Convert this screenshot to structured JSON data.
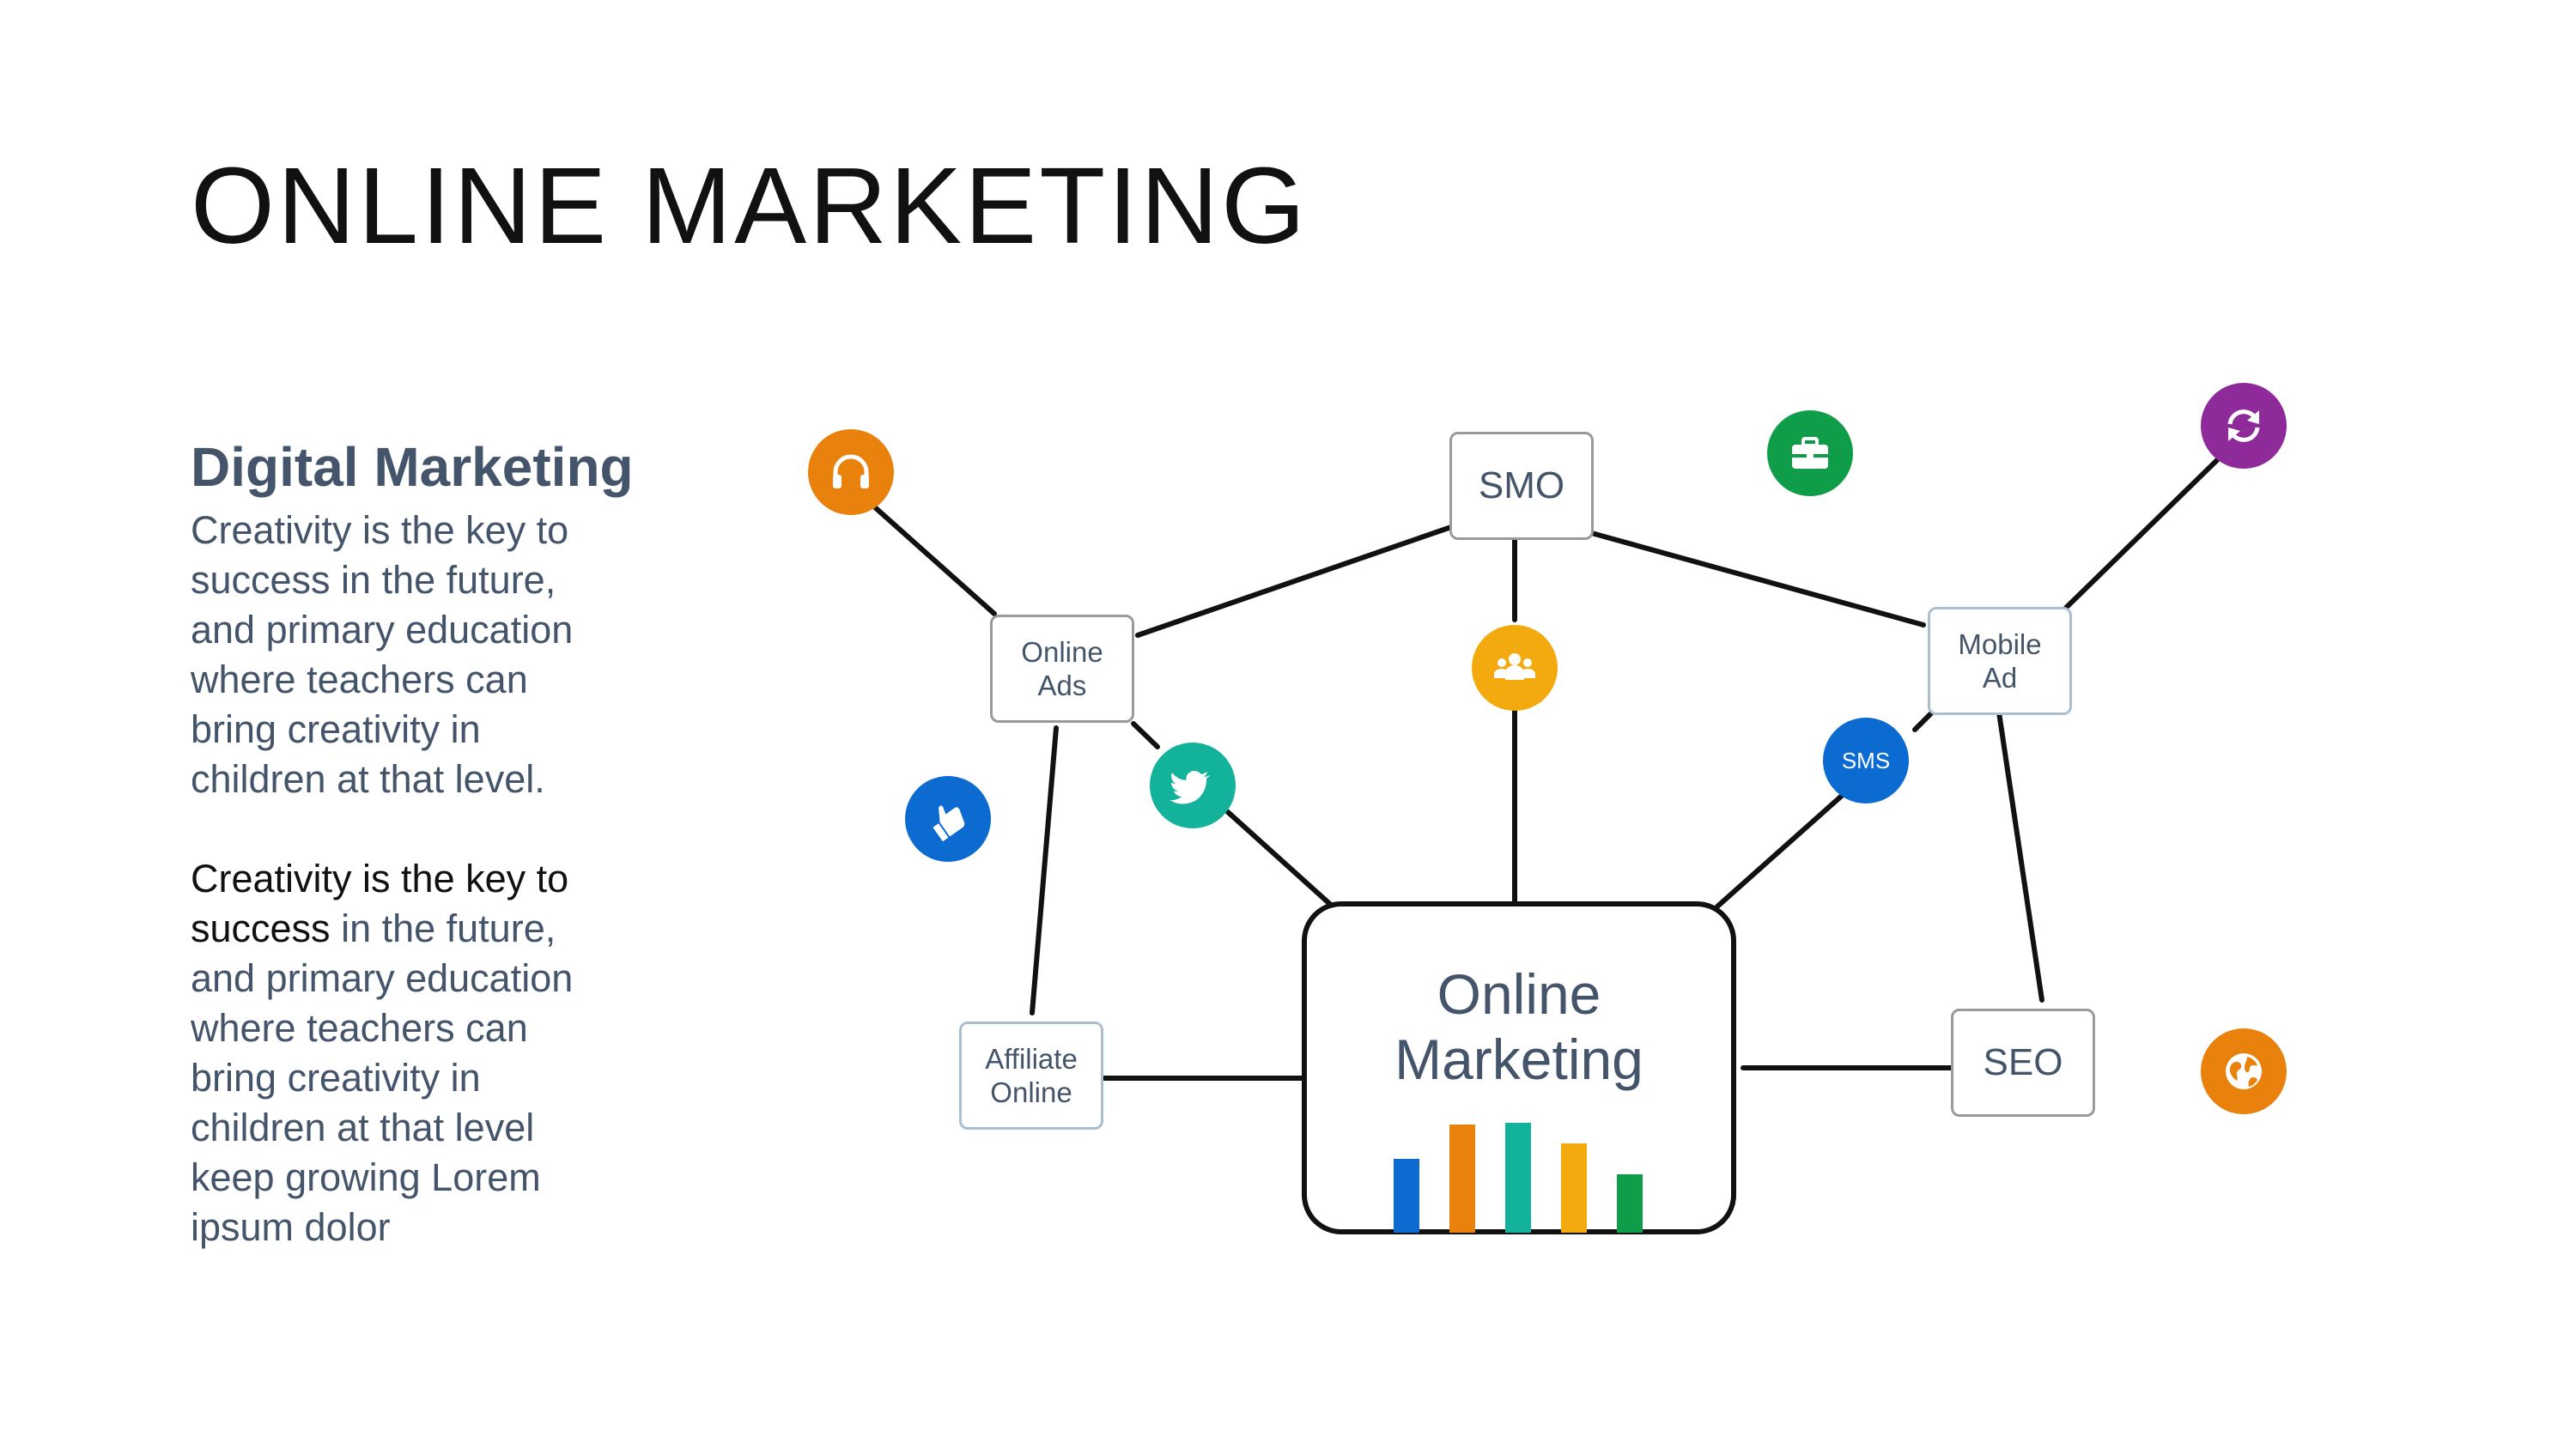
{
  "page": {
    "title": "ONLINE MARKETING"
  },
  "sidebar": {
    "heading": "Digital Marketing",
    "paragraph1": "Creativity is the key to\nsuccess in the future,\nand primary education\nwhere teachers can\nbring creativity in\nchildren at that level.",
    "paragraph2_dark": "Creativity is the key to\nsuccess",
    "paragraph2_rest": " in the future,\nand primary education\nwhere teachers can\nbring creativity in\nchildren at that level\nkeep growing Lorem\nipsum dolor"
  },
  "diagram": {
    "center_label": "Online\nMarketing",
    "nodes": {
      "smo": "SMO",
      "online_ads": "Online\nAds",
      "mobile_ad": "Mobile\nAd",
      "affiliate_online": "Affiliate\nOnline",
      "seo": "SEO",
      "sms": "SMS"
    },
    "icons": [
      {
        "name": "headphones-icon",
        "color": "#e8820c"
      },
      {
        "name": "briefcase-icon",
        "color": "#0f9d4a"
      },
      {
        "name": "refresh-icon",
        "color": "#8e2a9a"
      },
      {
        "name": "group-icon",
        "color": "#f2aa0f"
      },
      {
        "name": "twitter-icon",
        "color": "#12b39a"
      },
      {
        "name": "thumbs-up-icon",
        "color": "#0b6bd1"
      },
      {
        "name": "sms-icon",
        "color": "#0b6bd1"
      },
      {
        "name": "globe-icon",
        "color": "#e8820c"
      }
    ],
    "bar_colors": [
      "#0b6bd1",
      "#e8820c",
      "#12b39a",
      "#f2aa0f",
      "#0f9d4a"
    ]
  }
}
